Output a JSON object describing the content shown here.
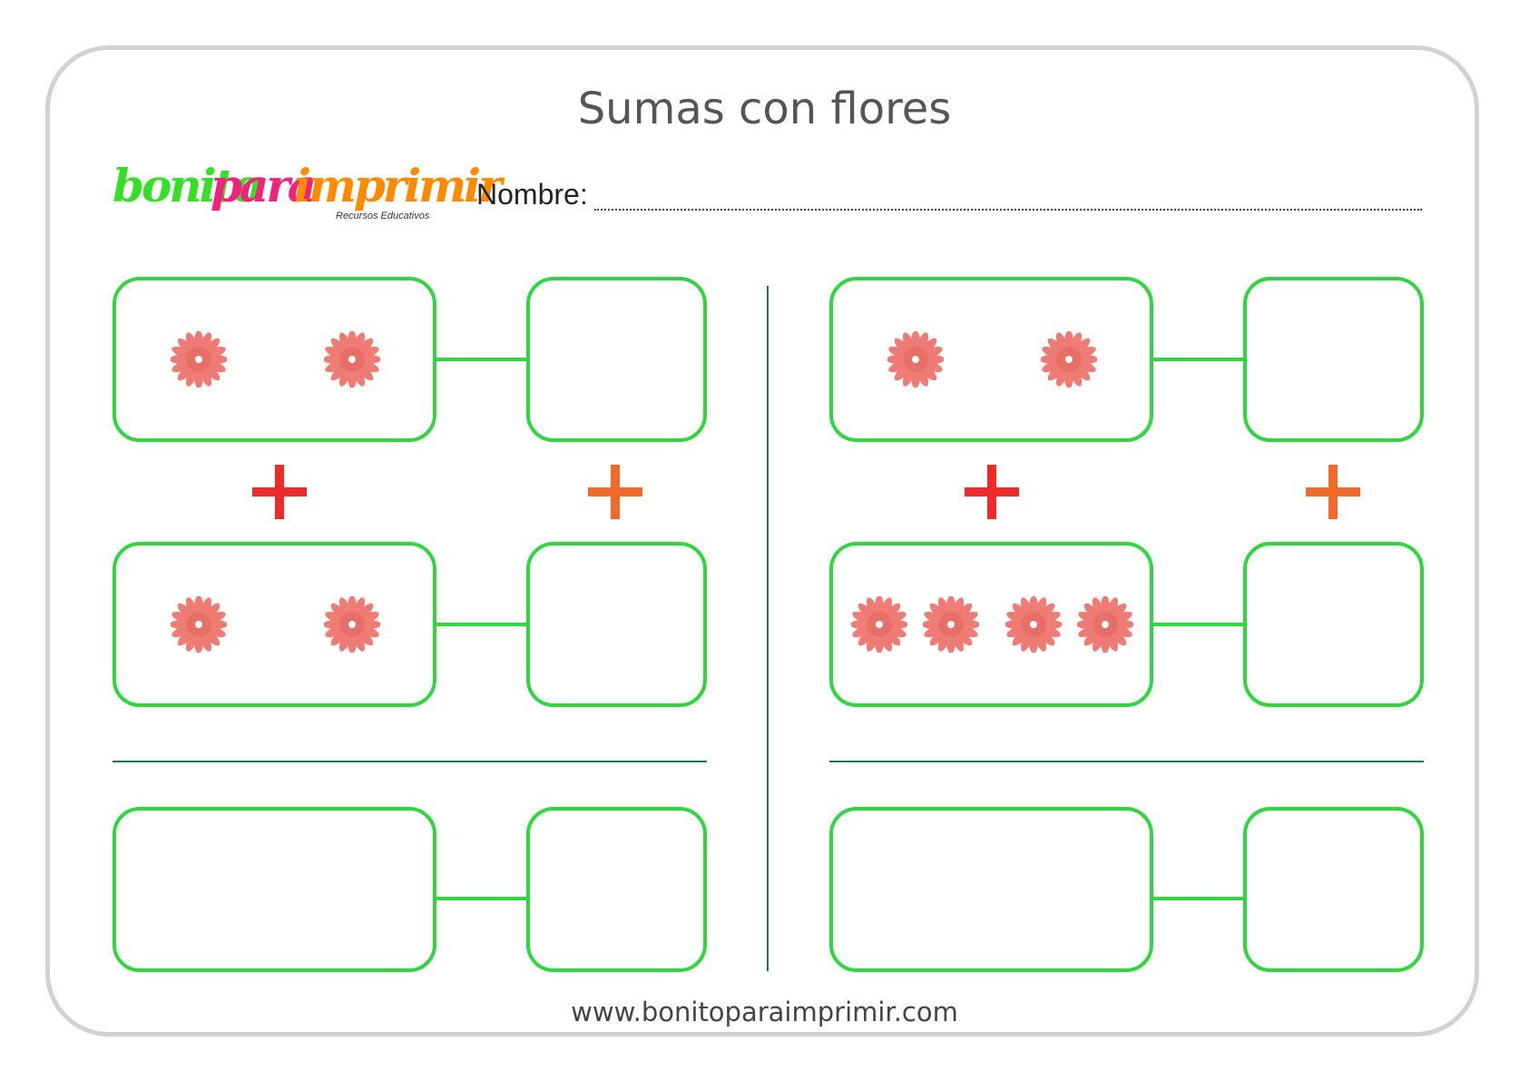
{
  "title": "Sumas con flores",
  "logo": {
    "part1": "bonito",
    "part2": "para",
    "part3": "imprimir",
    "subtitle": "Recursos Educativos",
    "colors": [
      "#34e026",
      "#f0237a",
      "#ff8a00"
    ]
  },
  "name_label": "Nombre:",
  "footer": "www.bonitoparaimprimir.com",
  "colors": {
    "box_border": "#2fd63e",
    "plus_left": "#ee2a2a",
    "plus_right": "#f26a2a",
    "flower": "#ef7c74",
    "divider": "#1f7a4a",
    "frame": "#d2d2d2"
  },
  "exercises": [
    {
      "addend_1_flowers": 2,
      "addend_2_flowers": 2
    },
    {
      "addend_1_flowers": 2,
      "addend_2_flowers": 4
    }
  ],
  "icons": [
    "flower-icon",
    "plus-icon"
  ]
}
